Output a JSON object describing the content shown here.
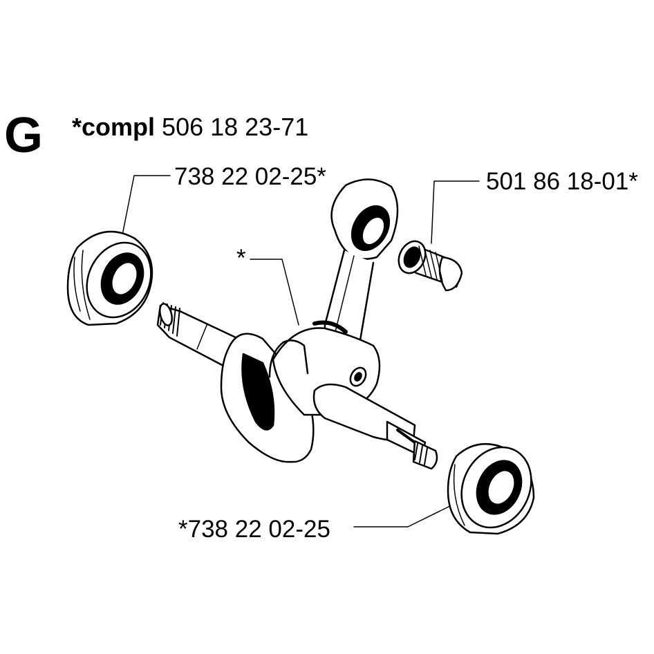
{
  "section_letter": "G",
  "header": {
    "prefix": "*compl",
    "part_number": "506 18 23-71"
  },
  "callouts": {
    "upper_bearing": "738 22 02-25*",
    "needle_bearing": "501 86 18-01*",
    "crankshaft": "*",
    "lower_bearing": "*738 22 02-25"
  }
}
